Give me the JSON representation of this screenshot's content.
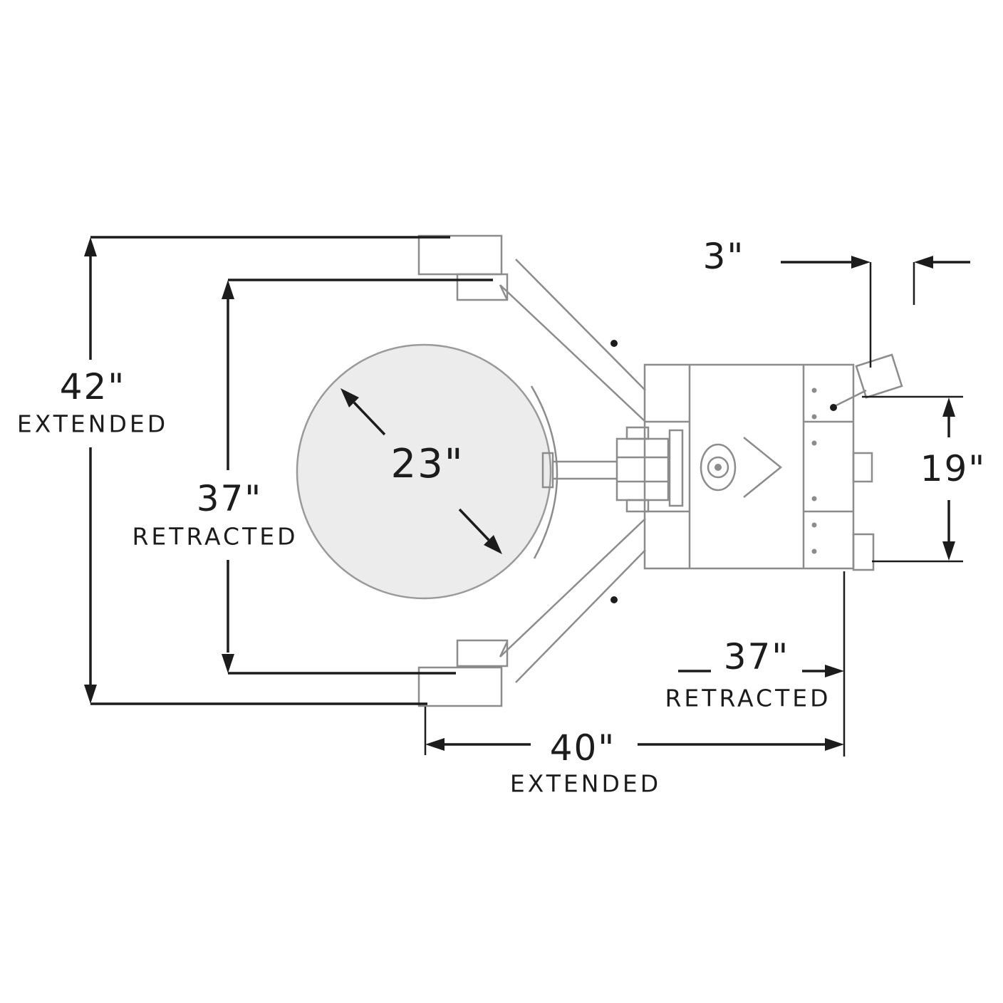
{
  "labels": {
    "dim_42": {
      "value": "42\"",
      "caption": "EXTENDED"
    },
    "dim_37_left": {
      "value": "37\"",
      "caption": "RETRACTED"
    },
    "drum_diameter": {
      "value": "23\""
    },
    "dim_3": {
      "value": "3\""
    },
    "dim_19": {
      "value": "19\""
    },
    "dim_37_right": {
      "value": "37\"",
      "caption": "RETRACTED"
    },
    "dim_40": {
      "value": "40\"",
      "caption": "EXTENDED"
    }
  },
  "colors": {
    "ink": "#1c1c1c",
    "machine_line": "#8c8c8c",
    "drum_fill": "#ececec"
  }
}
